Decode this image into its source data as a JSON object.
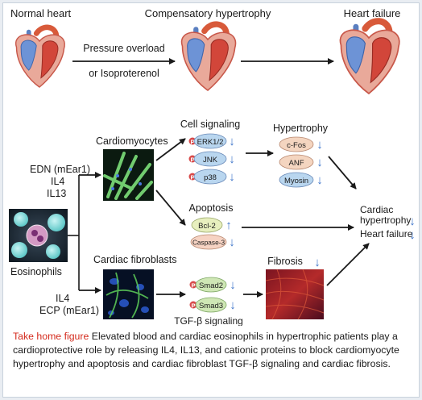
{
  "stages": {
    "normal": "Normal heart",
    "compensatory": "Compensatory hypertrophy",
    "failure": "Heart failure"
  },
  "stimulus": {
    "line1": "Pressure overload",
    "line2": "or Isoproterenol"
  },
  "eosinophils": "Eosinophils",
  "top_factors": [
    "EDN (mEar1)",
    "IL4",
    "IL13"
  ],
  "bottom_factors": [
    "IL4",
    "ECP (mEar1)"
  ],
  "cardiomyocytes": "Cardiomyocytes",
  "cardiac_fibroblasts": "Cardiac fibroblasts",
  "cell_signaling": {
    "title": "Cell signaling",
    "items": [
      "ERK1/2",
      "JNK",
      "p38"
    ],
    "phospho_mark": "P"
  },
  "hypertrophy": {
    "title": "Hypertrophy",
    "items": [
      "c-Fos",
      "ANF",
      "Myosin"
    ]
  },
  "apoptosis": {
    "title": "Apoptosis",
    "items": [
      "Bcl-2",
      "Caspase-3"
    ]
  },
  "smad": {
    "items": [
      "Smad2",
      "Smad3"
    ],
    "caption": "TGF-β signaling"
  },
  "fibrosis": "Fibrosis",
  "outcomes": {
    "line1": "Cardiac",
    "line2": "hypertrophy",
    "line3": "Heart failure"
  },
  "arrows": {
    "down": "↓",
    "up": "↑"
  },
  "colors": {
    "arrow": "#1a1a1a",
    "indicator": "#3e74c9",
    "signal_oval": "#b9d6ef",
    "hyper_oval": "#f4d5c0",
    "bcl_oval": "#e7efbe",
    "casp_oval": "#f6d3c3",
    "smad_oval": "#cfe7b5",
    "phospho": "#d84a4a",
    "caption_highlight": "#d42a1c"
  },
  "caption": {
    "highlight": "Take home figure",
    "text": " Elevated blood and cardiac eosinophils in hypertrophic patients play a cardioprotective role by releasing IL4, IL13, and cationic proteins to block cardiomyocyte hypertrophy and apoptosis and cardiac fibroblast TGF-β signaling and cardiac fibrosis."
  }
}
